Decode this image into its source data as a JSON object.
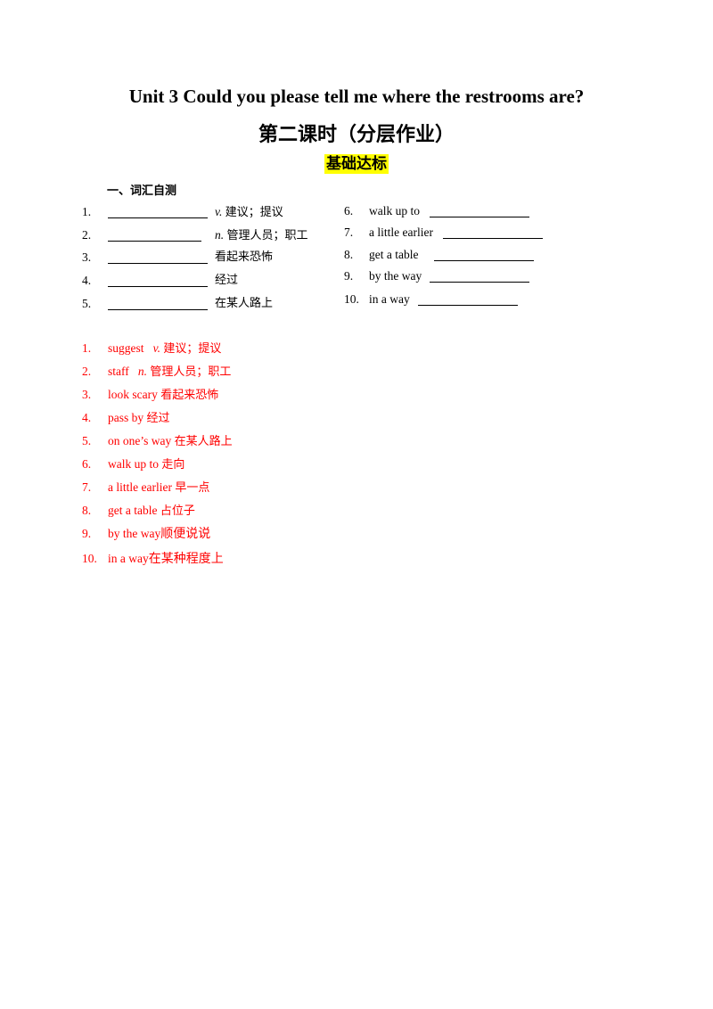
{
  "title": "Unit  3  Could you please tell me where the restrooms are?",
  "subtitle": "第二课时（分层作业）",
  "level": "基础达标",
  "section": "一、词汇自测",
  "left_items": [
    {
      "num": "1.",
      "pos": "v.",
      "meaning": "建议；提议"
    },
    {
      "num": "2.",
      "pos": "n.",
      "meaning": "管理人员；职工"
    },
    {
      "num": "3.",
      "pos": "",
      "meaning": "看起来恐怖"
    },
    {
      "num": "4.",
      "pos": "",
      "meaning": "经过"
    },
    {
      "num": "5.",
      "pos": "",
      "meaning": "在某人路上"
    }
  ],
  "right_items": [
    {
      "num": "6.",
      "phrase": "walk up to"
    },
    {
      "num": "7.",
      "phrase": "a little earlier"
    },
    {
      "num": "8.",
      "phrase": "get a table"
    },
    {
      "num": "9.",
      "phrase": "by the way"
    },
    {
      "num": "10.",
      "phrase": "in a way"
    }
  ],
  "answers": [
    {
      "num": "1.",
      "en": "suggest",
      "pos": "v.",
      "cn": "建议；提议"
    },
    {
      "num": "2.",
      "en": "staff",
      "pos": "n.",
      "cn": "管理人员；职工"
    },
    {
      "num": "3.",
      "en": "look scary",
      "pos": "",
      "cn": "看起来恐怖"
    },
    {
      "num": "4.",
      "en": "pass by",
      "pos": "",
      "cn": "经过"
    },
    {
      "num": "5.",
      "en": "on one’s way",
      "pos": "",
      "cn": "在某人路上"
    },
    {
      "num": "6.",
      "en": "walk up to",
      "pos": "",
      "cn": "走向"
    },
    {
      "num": "7.",
      "en": "a little earlier",
      "pos": "",
      "cn": "早一点"
    },
    {
      "num": "8.",
      "en": "get a table",
      "pos": "",
      "cn": "占位子"
    },
    {
      "num": "9.",
      "en": "by the way",
      "pos": "",
      "cn": "顺便说说"
    },
    {
      "num": "10.",
      "en": "in a way",
      "pos": "",
      "cn": "在某种程度上"
    }
  ],
  "colors": {
    "answer": "#ff0000",
    "highlight": "#ffff00"
  }
}
